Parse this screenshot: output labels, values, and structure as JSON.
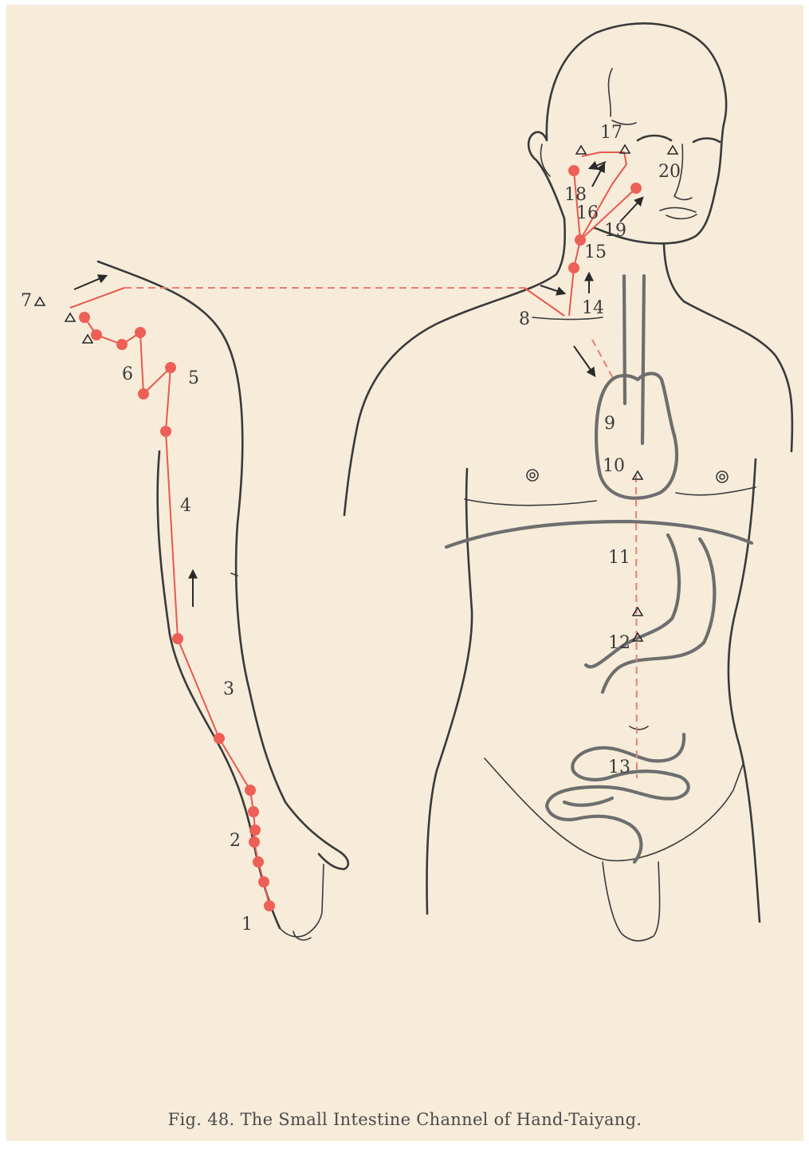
{
  "caption": "Fig. 48.   The Small Intestine Channel of Hand-Taiyang.",
  "labels": {
    "l1": "1",
    "l2": "2",
    "l3": "3",
    "l4": "4",
    "l5": "5",
    "l6": "6",
    "l7": "7",
    "l8": "8",
    "l9": "9",
    "l10": "10",
    "l11": "11",
    "l12": "12",
    "l13": "13",
    "l14": "14",
    "l15": "15",
    "l16": "16",
    "l17": "17",
    "l18": "18",
    "l19": "19",
    "l20": "20"
  },
  "colors": {
    "channel": "#e8584f",
    "paper": "#f6ecd9",
    "ink": "#3a3a3a"
  }
}
